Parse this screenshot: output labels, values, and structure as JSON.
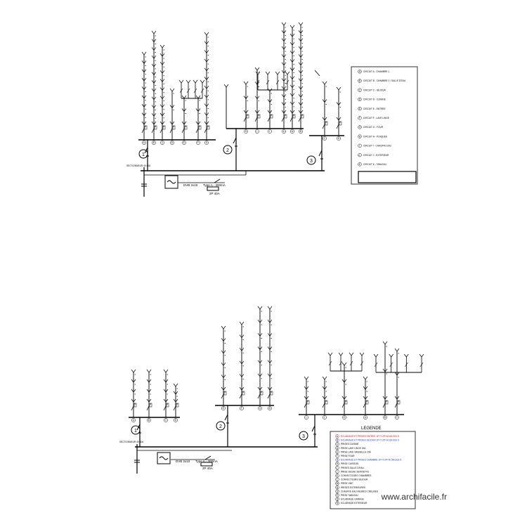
{
  "watermark": "www.archifacile.fr",
  "top_schema": {
    "source_label": "SECTIONNEUR 40 40A",
    "switch_label_1": "DVB 2x10",
    "switch_label_2": "Type A - 300mA",
    "switch_label_3": "2P 40A",
    "groups": [
      "1",
      "2",
      "3"
    ],
    "circuit_letters": [
      "A",
      "B",
      "C",
      "D",
      "E",
      "F",
      "G",
      "H",
      "I",
      "J",
      "K"
    ]
  },
  "bottom_schema": {
    "source_label": "SECTIONNEUR 40 40A",
    "switch_label_1": "DVB 2x10",
    "switch_label_2": "Type A - 300mA",
    "switch_label_3": "2P 40A",
    "groups": [
      "1",
      "2",
      "3"
    ],
    "circuit_letters": [
      "A",
      "B",
      "C",
      "D",
      "E",
      "F",
      "G",
      "H",
      "I",
      "J",
      "K"
    ]
  },
  "top_legend": {
    "entries": [
      {
        "letter": "A",
        "text": "CIRCUIT A - CHAMBRE 1"
      },
      {
        "letter": "B",
        "text": "CIRCUIT B - CHAMBRE 2 / SALLE D'EAU"
      },
      {
        "letter": "C",
        "text": "CIRCUIT C - SEJOUR"
      },
      {
        "letter": "D",
        "text": "CIRCUIT D - CUISINE"
      },
      {
        "letter": "E",
        "text": "CIRCUIT E - ENTREE"
      },
      {
        "letter": "F",
        "text": "CIRCUIT F - LAVE LINGE"
      },
      {
        "letter": "G",
        "text": "CIRCUIT G - FOUR"
      },
      {
        "letter": "H",
        "text": "CIRCUIT H - PLAQUES"
      },
      {
        "letter": "I",
        "text": "CIRCUIT I - CHAUFFE EAU"
      },
      {
        "letter": "J",
        "text": "CIRCUIT J - EXTERIEUR"
      },
      {
        "letter": "K",
        "text": "CIRCUIT K - TABLEAU"
      }
    ]
  },
  "bottom_legend": {
    "title": "LEGENDE",
    "entries": [
      {
        "letter": "A",
        "text": "ECLAIRAGE ET PRISES ENTREE 1P+T  2P+N 16A 3G2.5",
        "color": "red"
      },
      {
        "letter": "B",
        "text": "ECLAIRAGE ET PRISES SEJOUR 1P+T  2P+N 16A 3G2.5",
        "color": "blue"
      },
      {
        "letter": "C",
        "text": "PRISES CUISINE",
        "color": "black"
      },
      {
        "letter": "D",
        "text": "PRISE LAVE LINGE 20A",
        "color": "black"
      },
      {
        "letter": "E",
        "text": "PRISE LAVE VAISSELLE 20A",
        "color": "black"
      },
      {
        "letter": "F",
        "text": "PRISE FOUR",
        "color": "black"
      },
      {
        "letter": "G",
        "text": "ECLAIRAGE ET PRISES CHAMBRE 1P+T  2P+N 16A 3G2.5",
        "color": "blue"
      },
      {
        "letter": "H",
        "text": "PRISE CUISSON",
        "color": "black"
      },
      {
        "letter": "I",
        "text": "PRISES SALLE D'EAU",
        "color": "black"
      },
      {
        "letter": "J",
        "text": "PRISE SECHE SERVIETTE",
        "color": "black"
      },
      {
        "letter": "K",
        "text": "CONVECTEURS CHAMBRES",
        "color": "black"
      },
      {
        "letter": "L",
        "text": "CONVECTEURS SEJOUR",
        "color": "black"
      },
      {
        "letter": "M",
        "text": "PRISE VMC",
        "color": "black"
      },
      {
        "letter": "N",
        "text": "PRISES EXTERIEURES",
        "color": "black"
      },
      {
        "letter": "O",
        "text": "CHAUFFE EAU HEURES CREUSES",
        "color": "black"
      },
      {
        "letter": "P",
        "text": "PRISE TABLEAU",
        "color": "black"
      },
      {
        "letter": "Q",
        "text": "ECLAIRAGE GARAGE",
        "color": "black"
      },
      {
        "letter": "R",
        "text": "ECLAIRAGE EXTERIEUR",
        "color": "black"
      }
    ]
  }
}
